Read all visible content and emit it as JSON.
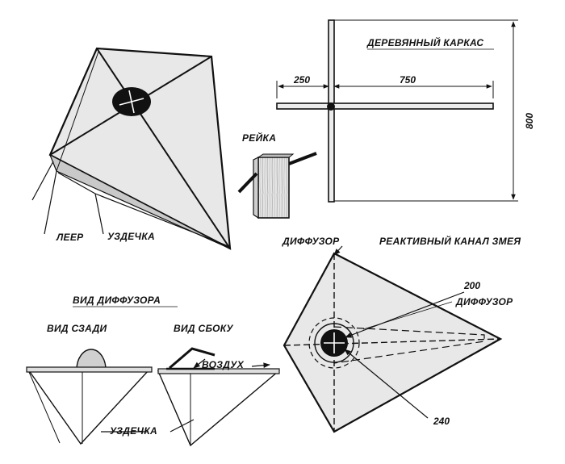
{
  "labels": {
    "frame_title": "ДЕРЕВЯННЫЙ КАРКАС",
    "slat": "РЕЙКА",
    "leer": "ЛЕЕР",
    "bridle": "УЗДЕЧКА",
    "diffuser_top": "ДИФФУЗОР",
    "jet_channel": "РЕАКТИВНЫЙ КАНАЛ ЗМЕЯ",
    "diffuser_view": "ВИД ДИФФУЗОРА",
    "rear_view": "ВИД СЗАДИ",
    "side_view": "ВИД СБОКУ",
    "air": "ВОЗДУХ",
    "bridle_bottom": "УЗДЕЧКА",
    "diffuser_right": "ДИФФУЗОР"
  },
  "dimensions": {
    "d250": "250",
    "d750": "750",
    "d800": "800",
    "d200": "200",
    "d240": "240"
  },
  "colors": {
    "ink": "#111111",
    "sail": "#e7e7e7",
    "wood": "#dcdcdc"
  }
}
